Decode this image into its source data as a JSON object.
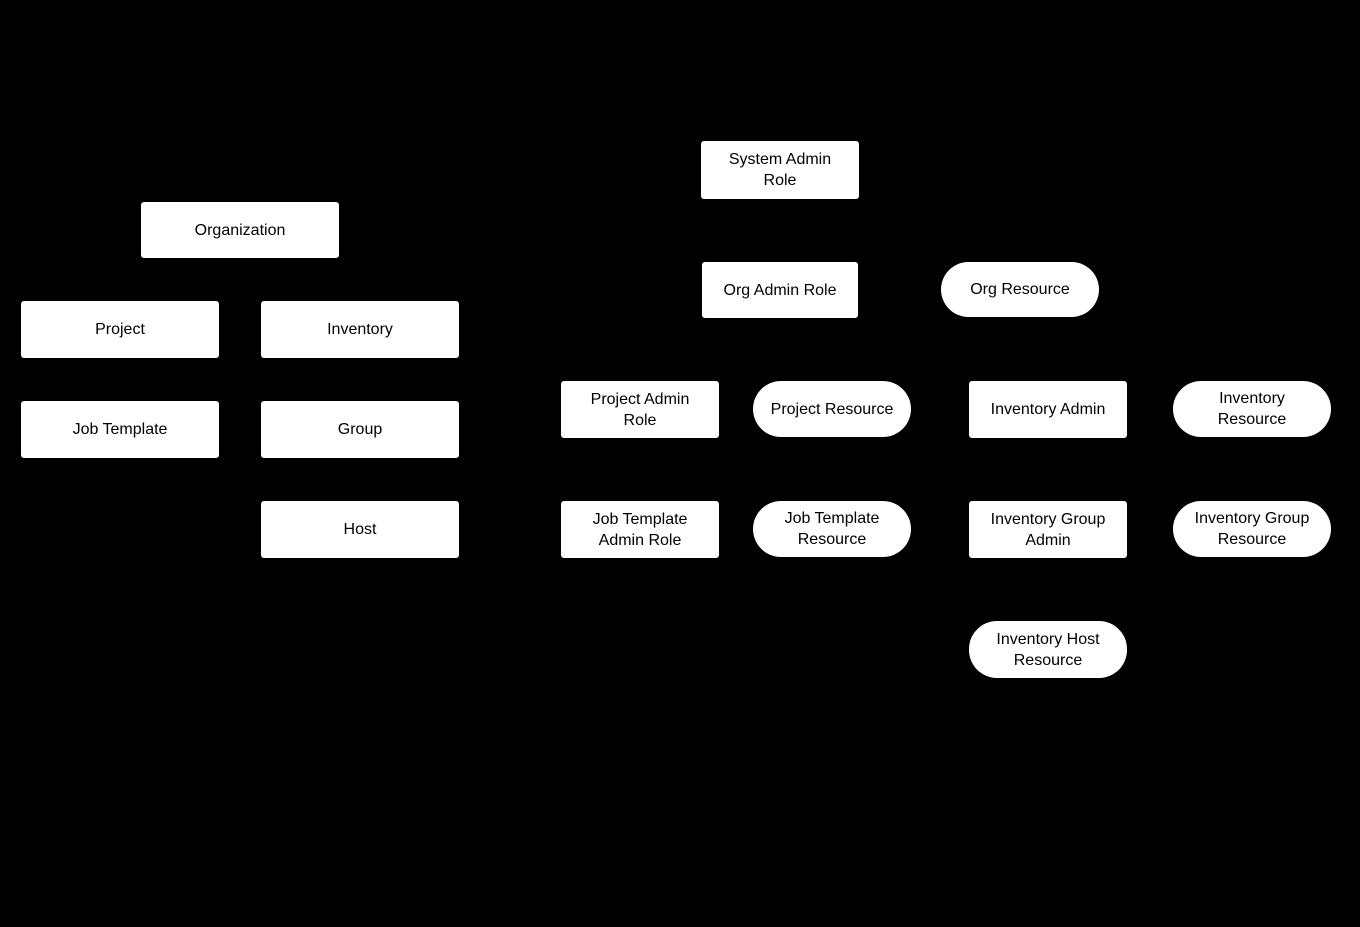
{
  "diagram": {
    "type": "flowchart",
    "background_color": "#000000",
    "node_fill_color": "#ffffff",
    "node_text_color": "#000000",
    "shape_legend": {
      "rectangle": "object / role node",
      "stadium": "resource node"
    },
    "nodes": [
      {
        "id": "organization",
        "label": "Organization",
        "shape": "rectangle"
      },
      {
        "id": "project",
        "label": "Project",
        "shape": "rectangle"
      },
      {
        "id": "inventory",
        "label": "Inventory",
        "shape": "rectangle"
      },
      {
        "id": "job-template",
        "label": "Job Template",
        "shape": "rectangle"
      },
      {
        "id": "group",
        "label": "Group",
        "shape": "rectangle"
      },
      {
        "id": "host",
        "label": "Host",
        "shape": "rectangle"
      },
      {
        "id": "system-admin-role",
        "label": "System Admin\nRole",
        "shape": "rectangle"
      },
      {
        "id": "org-admin-role",
        "label": "Org Admin Role",
        "shape": "rectangle"
      },
      {
        "id": "org-resource",
        "label": "Org Resource",
        "shape": "stadium"
      },
      {
        "id": "project-admin-role",
        "label": "Project Admin\nRole",
        "shape": "rectangle"
      },
      {
        "id": "project-resource",
        "label": "Project Resource",
        "shape": "stadium"
      },
      {
        "id": "inventory-admin",
        "label": "Inventory Admin",
        "shape": "rectangle"
      },
      {
        "id": "inventory-resource",
        "label": "Inventory\nResource",
        "shape": "stadium"
      },
      {
        "id": "job-template-admin-role",
        "label": "Job Template\nAdmin Role",
        "shape": "rectangle"
      },
      {
        "id": "job-template-resource",
        "label": "Job Template\nResource",
        "shape": "stadium"
      },
      {
        "id": "inventory-group-admin",
        "label": "Inventory Group\nAdmin",
        "shape": "rectangle"
      },
      {
        "id": "inventory-group-resource",
        "label": "Inventory Group\nResource",
        "shape": "stadium"
      },
      {
        "id": "inventory-host-resource",
        "label": "Inventory Host\nResource",
        "shape": "stadium"
      }
    ]
  }
}
